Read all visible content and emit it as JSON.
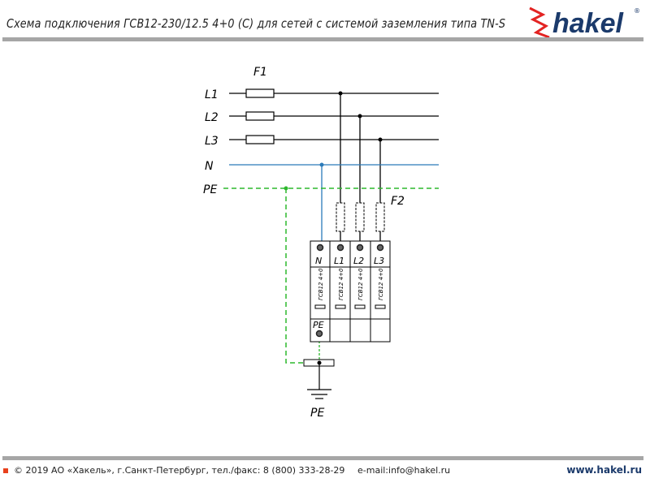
{
  "header": {
    "title": "Схема подключения ГСВ12-230/12.5 4+0 (C) для сетей с системой заземления типа TN-S",
    "logo": "hakel"
  },
  "diagram": {
    "fuse_main_label": "F1",
    "fuse_spd_label": "F2",
    "lines": [
      "L1",
      "L2",
      "L3",
      "N",
      "PE"
    ],
    "modules": [
      {
        "terminal": "N",
        "label": "ГСВ12 4+0"
      },
      {
        "terminal": "L1",
        "label": "ГСВ12 4+0"
      },
      {
        "terminal": "L2",
        "label": "ГСВ12 4+0"
      },
      {
        "terminal": "L3",
        "label": "ГСВ12 4+0"
      }
    ],
    "pe_terminal": "PE",
    "ground_label": "PE",
    "colors": {
      "neutral": "#2b7bb9",
      "pe": "#2db82d",
      "phase": "#000000"
    }
  },
  "footer": {
    "copyright": "© 2019 АО «Хакель», г.Санкт-Петербург, тел./факс: 8 (800) 333-28-29",
    "email": "e-mail:info@hakel.ru",
    "website": "www.hakel.ru"
  }
}
